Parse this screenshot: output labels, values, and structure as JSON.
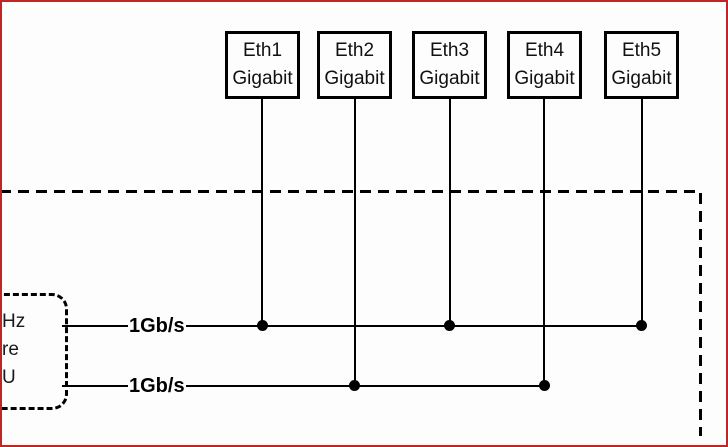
{
  "colors": {
    "page_border": "#bf2626",
    "line": "#000000",
    "background": "#fdfdfd"
  },
  "eth_ports": [
    {
      "name": "Eth1",
      "speed": "Gigabit"
    },
    {
      "name": "Eth2",
      "speed": "Gigabit"
    },
    {
      "name": "Eth3",
      "speed": "Gigabit"
    },
    {
      "name": "Eth4",
      "speed": "Gigabit"
    },
    {
      "name": "Eth5",
      "speed": "Gigabit"
    }
  ],
  "buses": [
    {
      "label": "1Gb/s",
      "connected_ports": [
        "Eth1",
        "Eth3",
        "Eth5"
      ]
    },
    {
      "label": "1Gb/s",
      "connected_ports": [
        "Eth2",
        "Eth4"
      ]
    }
  ],
  "cpu_box": {
    "visible_text_lines": [
      "Hz",
      "re",
      "U"
    ],
    "style": "rounded-dashed, clipped at left edge"
  },
  "boundary": {
    "style": "dashed",
    "edges_visible": [
      "top",
      "right"
    ]
  }
}
